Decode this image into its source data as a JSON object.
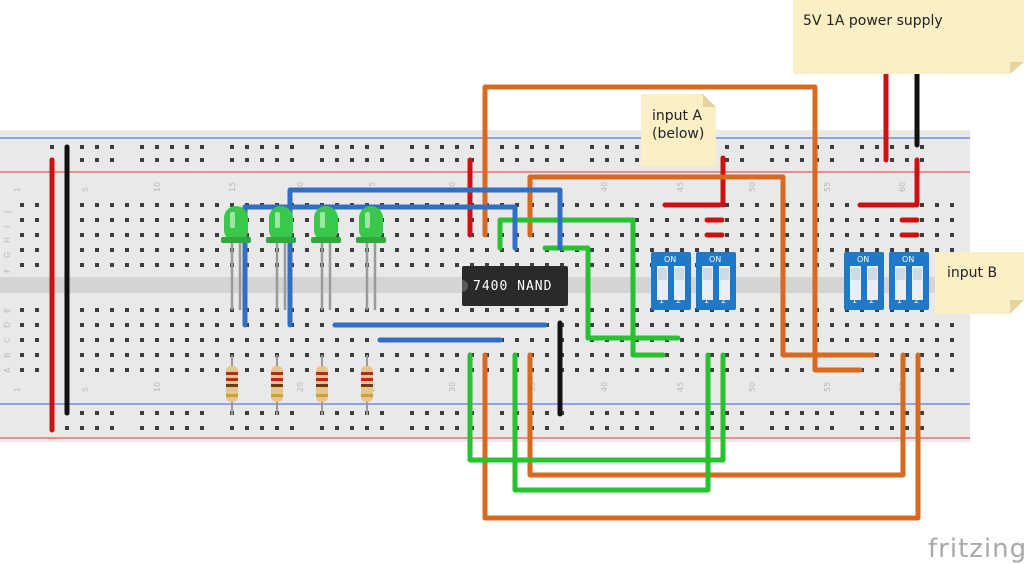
{
  "notes": {
    "power_supply": "5V 1A power supply",
    "input_a_line1": "input A",
    "input_a_line2": "(below)",
    "input_b": "input B"
  },
  "chip": {
    "label": "7400 NAND"
  },
  "switches": {
    "on_label": "ON",
    "pos_1": "1",
    "pos_2": "2"
  },
  "breadboard": {
    "column_numbers": [
      "1",
      "5",
      "10",
      "15",
      "20",
      "25",
      "30",
      "35",
      "40",
      "45",
      "50",
      "55",
      "60"
    ],
    "row_letters_top": [
      "J",
      "I",
      "H",
      "G",
      "F"
    ],
    "row_letters_bottom": [
      "E",
      "D",
      "C",
      "B",
      "A"
    ]
  },
  "brand": {
    "logo_text": "fritzing"
  },
  "colors": {
    "breadboard": "#e9e9e9",
    "wire_red": "#cc1111",
    "wire_black": "#111111",
    "wire_blue": "#2f6fc4",
    "wire_green": "#26c230",
    "wire_orange": "#d8691f",
    "led": "#39c84a",
    "note": "#fbefc6",
    "dip_switch": "#1f78c8"
  }
}
